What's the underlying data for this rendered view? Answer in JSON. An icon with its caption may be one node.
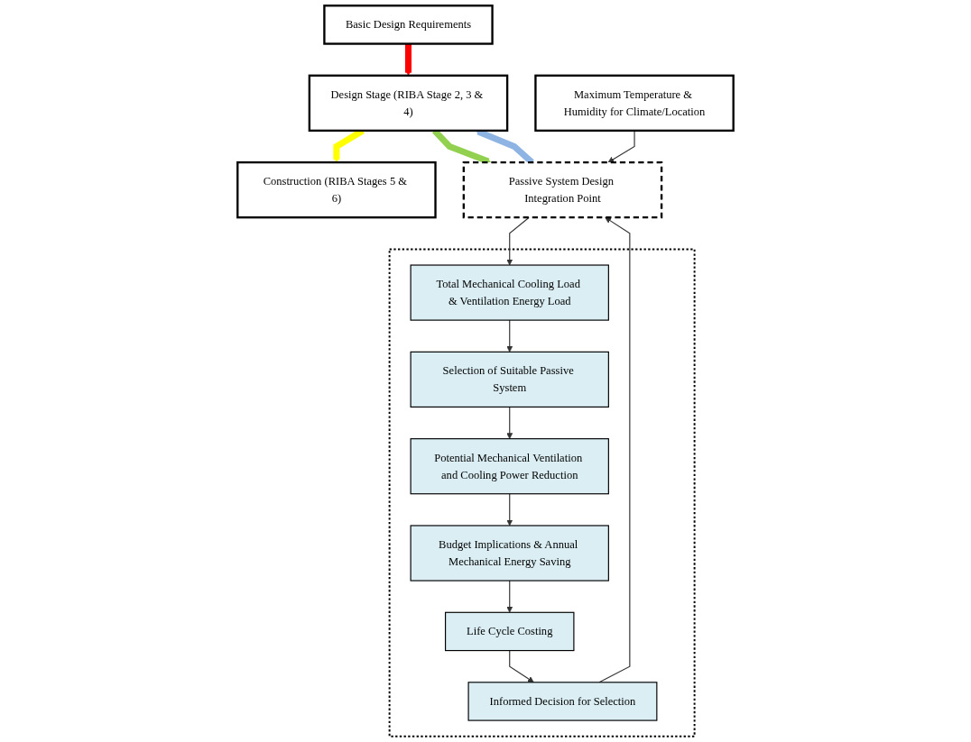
{
  "diagram": {
    "nodes": [
      {
        "text": [
          "Basic Design Requirements"
        ]
      },
      {
        "text": [
          "Design Stage (RIBA Stage 2, 3 & 4)"
        ]
      },
      {
        "text": [
          "Construction (RIBA Stages 5 & 6)"
        ]
      },
      {
        "text": [
          "Maximum Temperature & Humidity for Climate/Location"
        ]
      },
      {
        "text": [
          "Passive System Design Integration Point"
        ]
      },
      {
        "text": [],
        "shape": "box"
      },
      {
        "text": [
          "Total Mechanical Cooling Load & Ventilation Energy Load"
        ],
        "in": 5
      },
      {
        "text": [
          "Selection of Suitable Passive System"
        ],
        "in": 5
      },
      {
        "text": [
          "Potential Mechanical Ventilation and Cooling Power Reduction"
        ],
        "in": 5
      },
      {
        "text": [
          "Budget Implications & Annual Mechanical Energy Saving"
        ],
        "in": 5
      },
      {
        "text": [
          "Life Cycle Costing"
        ],
        "in": 5
      },
      {
        "text": [
          "Informed Decision for Selection"
        ],
        "in": 5
      }
    ],
    "edges": [
      {
        "from": 0,
        "to": 1,
        "arrow": "to",
        "style": "thick",
        "color": "#ff0000"
      },
      {
        "from": 1,
        "to": 2,
        "arrow": "to",
        "style": "thick",
        "color": "#ffff00"
      },
      {
        "from": 1,
        "to": 4,
        "arrow": "to",
        "style": "thick",
        "color": "#92d050"
      },
      {
        "from": 4,
        "to": 1,
        "arrow": "to",
        "style": "thick",
        "color": "#8eb4e3"
      },
      {
        "from": 3,
        "to": 4,
        "arrow": "to"
      },
      {
        "from": 4,
        "to": 6,
        "arrow": "to"
      },
      {
        "from": 6,
        "to": 7,
        "arrow": "to"
      },
      {
        "from": 7,
        "to": 8,
        "arrow": "to"
      },
      {
        "from": 8,
        "to": 9,
        "arrow": "to"
      },
      {
        "from": 9,
        "to": 10,
        "arrow": "to"
      },
      {
        "from": 10,
        "to": 11,
        "arrow": "to"
      },
      {
        "from": 11,
        "to": 4,
        "arrow": "to"
      }
    ]
  }
}
